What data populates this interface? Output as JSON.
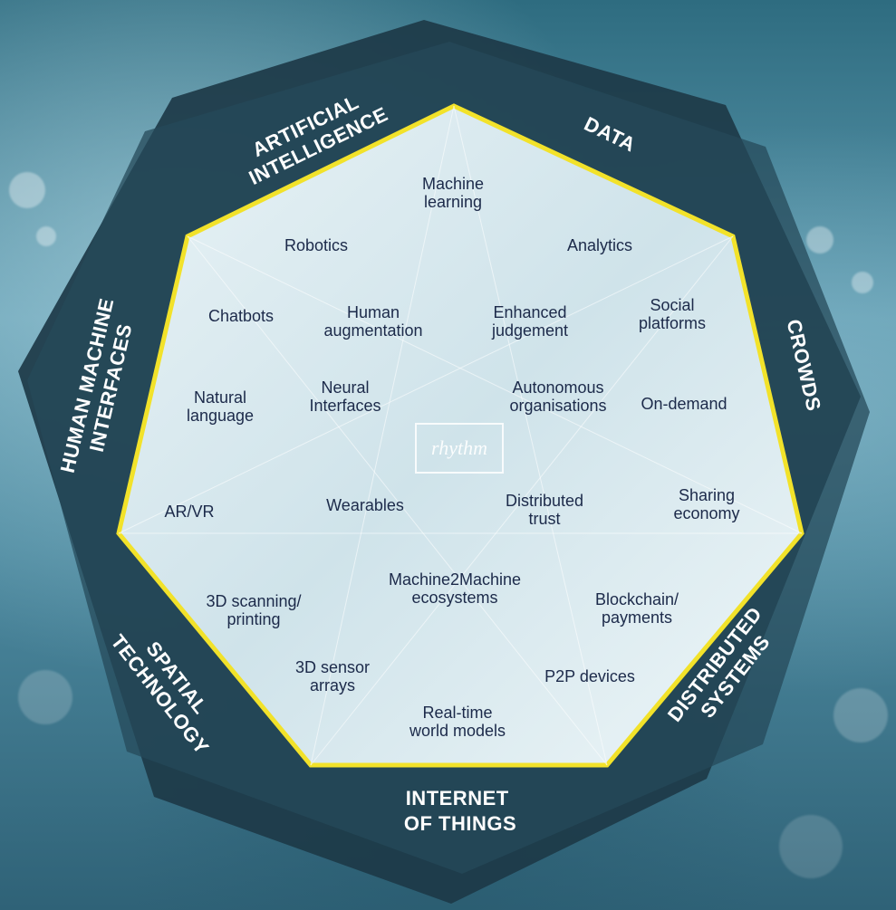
{
  "categories": {
    "ai": [
      "ARTIFICIAL",
      "INTELLIGENCE"
    ],
    "data": [
      "DATA"
    ],
    "crowds": [
      "CROWDS"
    ],
    "distributed": [
      "DISTRIBUTED",
      "SYSTEMS"
    ],
    "iot": [
      "INTERNET",
      "OF THINGS"
    ],
    "spatial": [
      "SPATIAL",
      "TECHNOLOGY"
    ],
    "hmi": [
      "HUMAN MACHINE",
      "INTERFACES"
    ]
  },
  "items": {
    "machine_learning": "Machine\nlearning",
    "robotics": "Robotics",
    "analytics": "Analytics",
    "chatbots": "Chatbots",
    "human_augmentation": "Human\naugmentation",
    "enhanced_judgement": "Enhanced\njudgement",
    "social_platforms": "Social\nplatforms",
    "natural_language": "Natural\nlanguage",
    "neural_interfaces": "Neural\nInterfaces",
    "autonomous_organisations": "Autonomous\norganisations",
    "on_demand": "On-demand",
    "ar_vr": "AR/VR",
    "wearables": "Wearables",
    "distributed_trust": "Distributed\ntrust",
    "sharing_economy": "Sharing\neconomy",
    "scanning_printing": "3D scanning/\nprinting",
    "m2m": "Machine2Machine\necosystems",
    "blockchain": "Blockchain/\npayments",
    "sensor_arrays": "3D sensor\narrays",
    "p2p": "P2P devices",
    "world_models": "Real-time\nworld models"
  },
  "logo_text": "rhythm",
  "colors": {
    "outer_heptagon": "#1d3a48",
    "middle_heptagon": "#27495a",
    "yellow_border": "#f2e22a",
    "item_text": "#1c2a4a",
    "category_text": "#ffffff"
  }
}
